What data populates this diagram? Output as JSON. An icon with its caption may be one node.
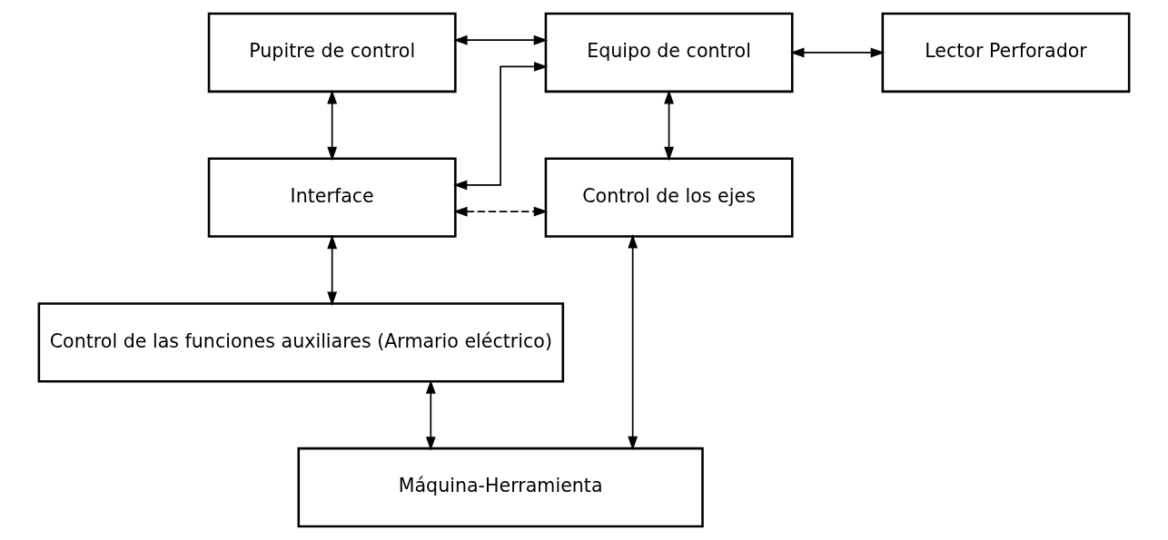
{
  "diagram": {
    "nodes": [
      {
        "text": [
          "Pupitre de control"
        ]
      },
      {
        "text": [
          "Equipo de control"
        ]
      },
      {
        "text": [
          "Lector Perforador"
        ]
      },
      {
        "text": [
          "Interface"
        ]
      },
      {
        "text": [
          "Control de los ejes"
        ]
      },
      {
        "text": [
          "Control de las funciones auxiliares (Armario eléctrico)"
        ]
      },
      {
        "text": [
          "Máquina-Herramienta"
        ]
      }
    ],
    "edges": [
      {
        "from": 0,
        "to": 1,
        "arrow": "both"
      },
      {
        "from": 1,
        "to": 2,
        "arrow": "both"
      },
      {
        "from": 0,
        "to": 3,
        "arrow": "both"
      },
      {
        "from": 1,
        "to": 3,
        "arrow": "both"
      },
      {
        "from": 1,
        "to": 4,
        "arrow": "both"
      },
      {
        "from": 3,
        "to": 4,
        "arrow": "both",
        "style": "dashed"
      },
      {
        "from": 3,
        "to": 5,
        "arrow": "both"
      },
      {
        "from": 5,
        "to": 6,
        "arrow": "both"
      },
      {
        "from": 4,
        "to": 6,
        "arrow": "both"
      }
    ]
  }
}
